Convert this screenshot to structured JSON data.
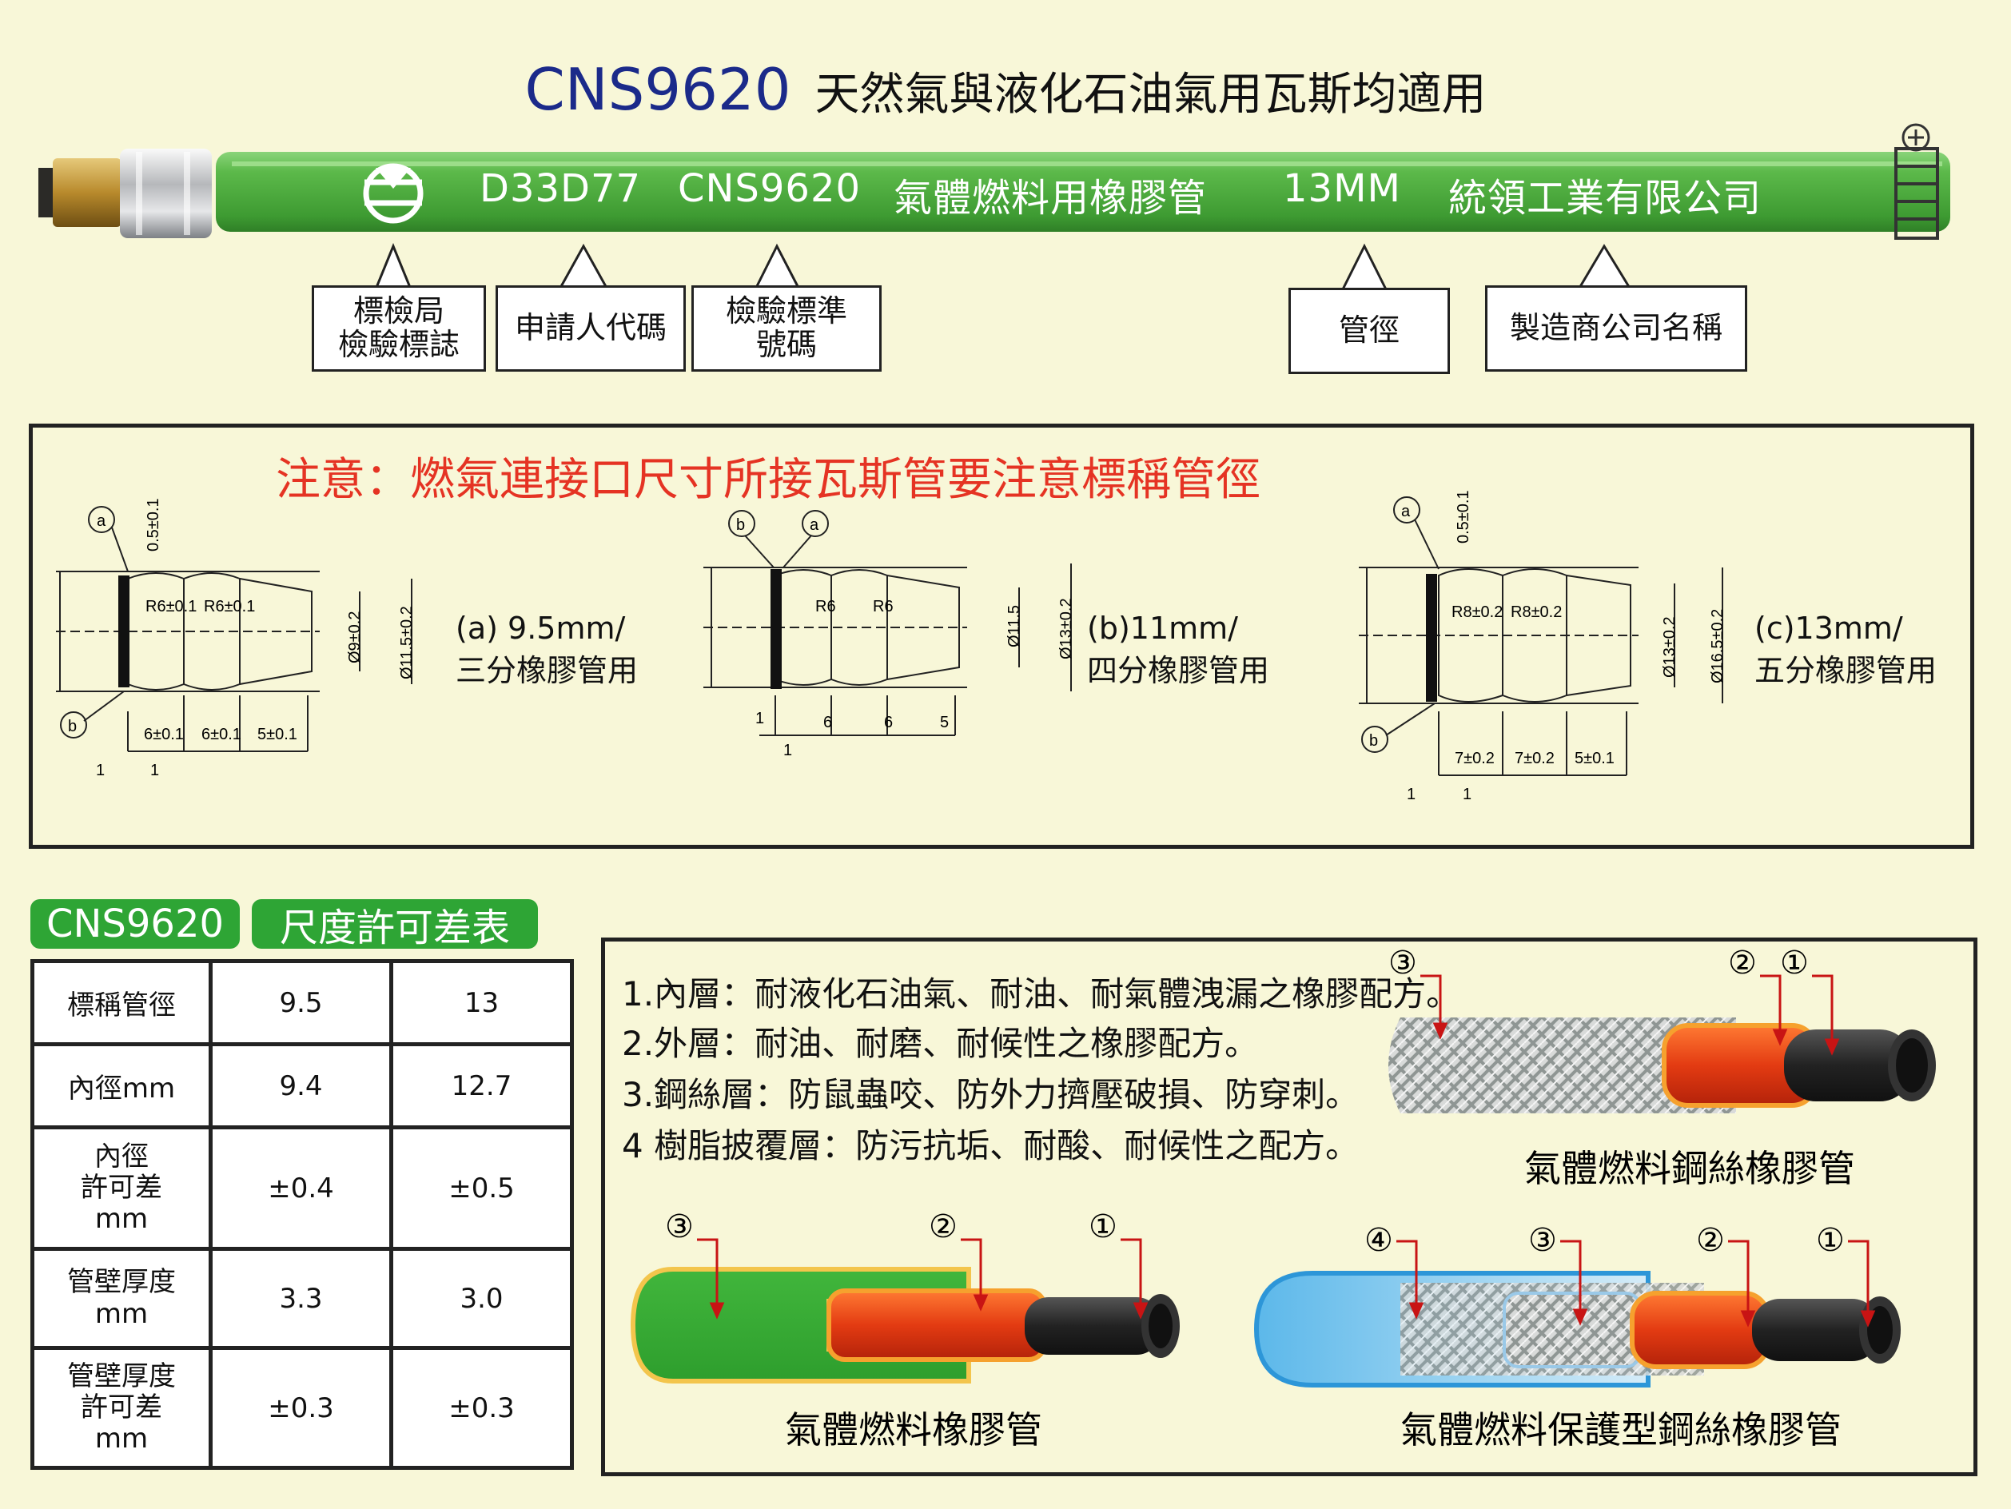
{
  "title": {
    "code": "CNS9620",
    "subtitle": "天然氣與液化石油氣用瓦斯均適用"
  },
  "hose": {
    "print_code": "D33D77",
    "print_std": "CNS9620",
    "print_name": "氣體燃料用橡膠管",
    "print_size": "13MM",
    "print_company": "統領工業有限公司",
    "color": "#5cb94a"
  },
  "labels": {
    "mark": [
      "標檢局",
      "檢驗標誌"
    ],
    "applicant": "申請人代碼",
    "standard": [
      "檢驗標準",
      "號碼"
    ],
    "diameter": "管徑",
    "manufacturer": "製造商公司名稱"
  },
  "notice": "注意：燃氣連接口尺寸所接瓦斯管要注意標稱管徑",
  "sizes": {
    "a": {
      "title": "(a) 9.5mm/",
      "desc": "三分橡膠管用",
      "r": [
        "R6±0.1",
        "R6±0.1"
      ],
      "d_in": "Ø9±0.2",
      "d_out": "Ø11.5±0.2",
      "lens": [
        "6±0.1",
        "6±0.1",
        "5±0.1"
      ],
      "top": "0.5±0.1"
    },
    "b": {
      "title": "(b)11mm/",
      "desc": "四分橡膠管用",
      "r": [
        "R6",
        "R6"
      ],
      "d_in": "Ø11.5",
      "d_out": "Ø13±0.2",
      "lens": [
        "6",
        "6",
        "5"
      ]
    },
    "c": {
      "title": "(c)13mm/",
      "desc": "五分橡膠管用",
      "r": [
        "R8±0.2",
        "R8±0.2"
      ],
      "d_in": "Ø13±0.2",
      "d_out": "Ø16.5±0.2",
      "lens": [
        "7±0.2",
        "7±0.2",
        "5±0.1"
      ],
      "top": "0.5±0.1"
    },
    "marks": {
      "a": "a",
      "b": "b",
      "one": "1"
    }
  },
  "table": {
    "tag1": "CNS9620",
    "tag2": "尺度許可差表",
    "rows": [
      {
        "label": [
          "標稱管徑"
        ],
        "v1": "9.5",
        "v2": "13"
      },
      {
        "label": [
          "內徑mm"
        ],
        "v1": "9.4",
        "v2": "12.7"
      },
      {
        "label": [
          "內徑",
          "許可差",
          "mm"
        ],
        "v1": "±0.4",
        "v2": "±0.5"
      },
      {
        "label": [
          "管壁厚度",
          "mm"
        ],
        "v1": "3.3",
        "v2": "3.0"
      },
      {
        "label": [
          "管壁厚度",
          "許可差",
          "mm"
        ],
        "v1": "±0.3",
        "v2": "±0.3"
      }
    ]
  },
  "layers": [
    "1.內層：耐液化石油氣、耐油、耐氣體洩漏之橡膠配方。",
    "2.外層：耐油、耐磨、耐候性之橡膠配方。",
    "3.鋼絲層：防鼠蟲咬、防外力擠壓破損、防穿刺。",
    "4 樹脂披覆層：防污抗垢、耐酸、耐候性之配方。"
  ],
  "products": {
    "steel": "氣體燃料鋼絲橡膠管",
    "rubber": "氣體燃料橡膠管",
    "protected": "氣體燃料保護型鋼絲橡膠管"
  },
  "circled": {
    "n1": "①",
    "n2": "②",
    "n3": "③",
    "n4": "④"
  }
}
